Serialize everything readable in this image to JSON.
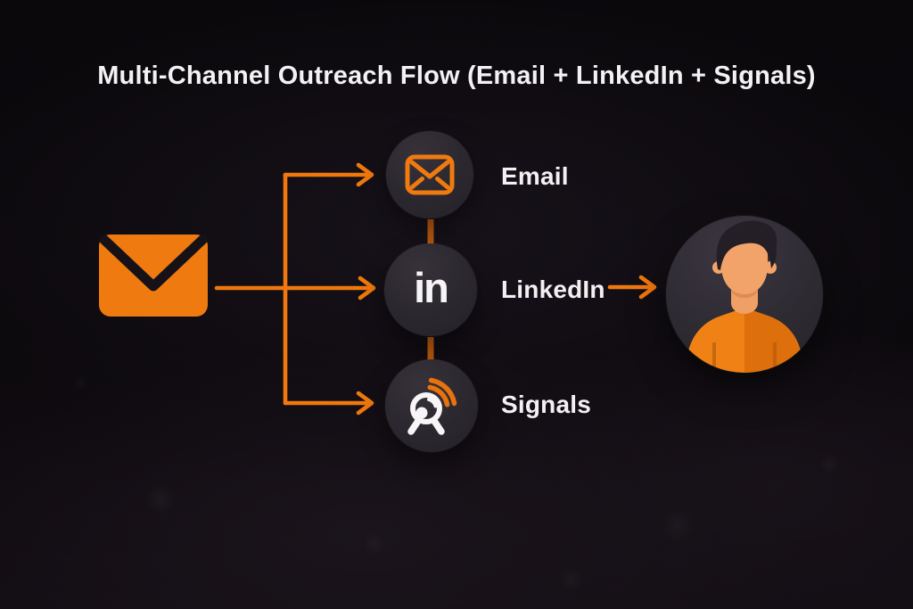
{
  "title": "Multi-Channel Outreach Flow (Email + LinkedIn + Signals)",
  "source": {
    "icon": "envelope-icon"
  },
  "channels": [
    {
      "id": "email",
      "label": "Email",
      "icon": "email-envelope-icon"
    },
    {
      "id": "linkedin",
      "label": "LinkedIn",
      "icon": "linkedin-icon",
      "glyph": "in"
    },
    {
      "id": "signals",
      "label": "Signals",
      "icon": "signal-search-icon"
    }
  ],
  "target": {
    "icon": "person-avatar"
  },
  "colors": {
    "accent_orange": "#f1780e",
    "connector_orange": "#bf5e0e",
    "envelope_fill": "#ee7a10",
    "node_fill": "#2b272e",
    "background": "#0a080b",
    "label_text": "#f3f0f3",
    "avatar_shirt": "#f08114",
    "avatar_shirt_shade": "#dd6f0c",
    "avatar_skin": "#f2a369",
    "avatar_hair": "#241e26"
  }
}
